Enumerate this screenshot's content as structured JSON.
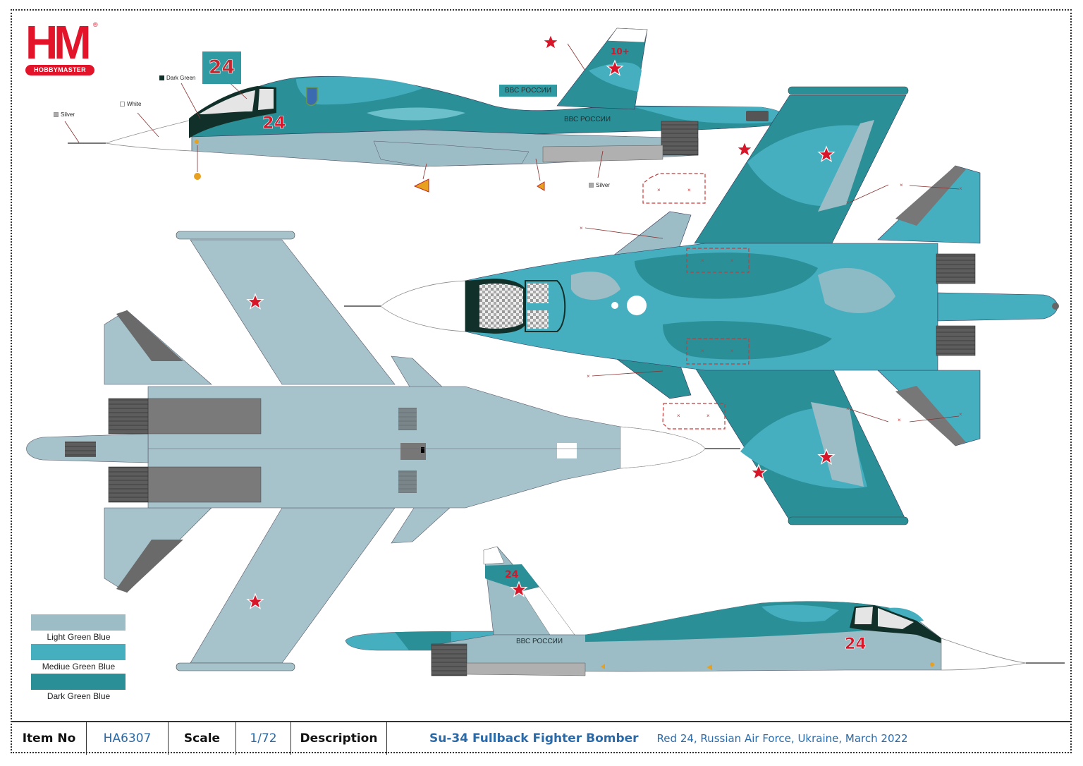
{
  "brand": {
    "logo_text": "HM",
    "logo_registered": "®",
    "logo_plate": "HOBBYMASTER",
    "color": "#e3142a"
  },
  "callouts": {
    "silver_nose": "Silver",
    "white": "White",
    "dark_green": "Dark Green",
    "silver_belly": "Silver"
  },
  "markings": {
    "bort_number": "24",
    "fin_code": "10+",
    "vvs_text": "ВВС РОССИИ",
    "vvs_text_side": "ВВС РОССИИ",
    "vvs_text_bottom": "ВВС РОССИИ"
  },
  "legend": {
    "items": [
      {
        "label": "Light Green Blue",
        "color": "#9dbdc6"
      },
      {
        "label": "Mediue Green Blue",
        "color": "#45afc0"
      },
      {
        "label": "Dark Green Blue",
        "color": "#2a8f96"
      }
    ]
  },
  "colors": {
    "light": "#9dbdc6",
    "medium": "#45afc0",
    "dark": "#2a8f96",
    "underside": "#a6c2cb",
    "engine": "#5a5a5a",
    "canopy_frame": "#12302a",
    "star": "#d7162a",
    "text_blue": "#2a6aa8"
  },
  "info": {
    "item_no_label": "Item No",
    "item_no_value": "HA6307",
    "scale_label": "Scale",
    "scale_value": "1/72",
    "description_label": "Description",
    "title": "Su-34 Fullback Fighter Bomber",
    "subtitle": "Red 24, Russian Air Force, Ukraine, March 2022"
  }
}
